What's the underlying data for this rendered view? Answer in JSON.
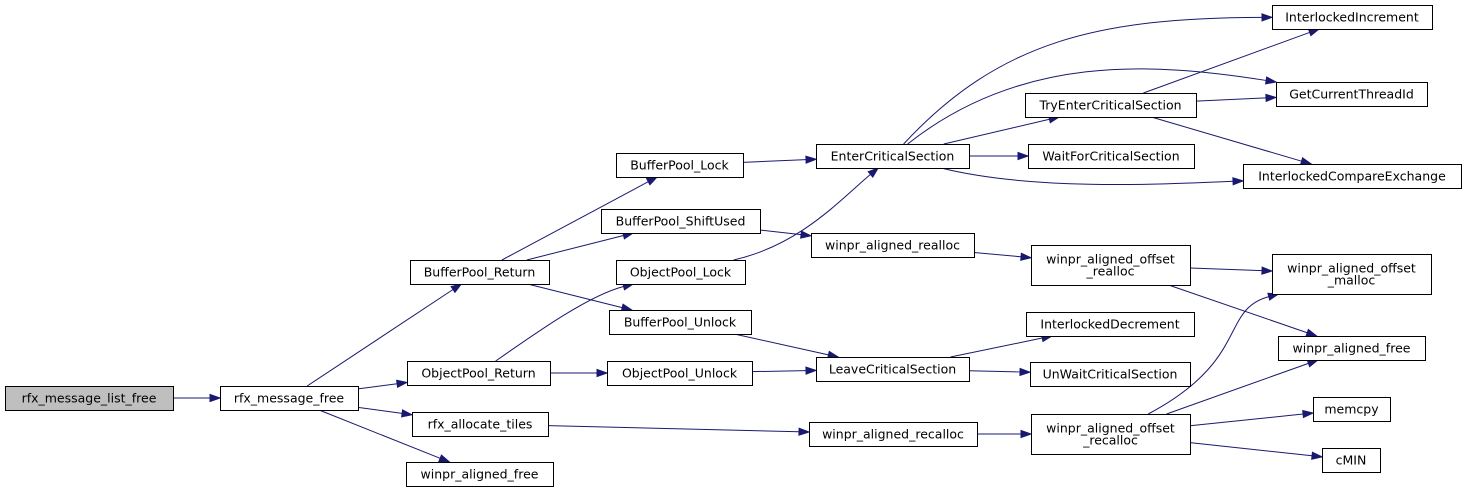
{
  "nodes": [
    {
      "id": "n_root",
      "lines": [
        "rfx_message_list_free"
      ],
      "root": true
    },
    {
      "id": "n_msgfree",
      "lines": [
        "rfx_message_free"
      ]
    },
    {
      "id": "n_bp_return",
      "lines": [
        "BufferPool_Return"
      ]
    },
    {
      "id": "n_op_return",
      "lines": [
        "ObjectPool_Return"
      ]
    },
    {
      "id": "n_alloc_tiles",
      "lines": [
        "rfx_allocate_tiles"
      ]
    },
    {
      "id": "n_waf1",
      "lines": [
        "winpr_aligned_free"
      ]
    },
    {
      "id": "n_bp_lock",
      "lines": [
        "BufferPool_Lock"
      ]
    },
    {
      "id": "n_bp_shift",
      "lines": [
        "BufferPool_ShiftUsed"
      ]
    },
    {
      "id": "n_op_lock",
      "lines": [
        "ObjectPool_Lock"
      ]
    },
    {
      "id": "n_bp_unlock",
      "lines": [
        "BufferPool_Unlock"
      ]
    },
    {
      "id": "n_op_unlock",
      "lines": [
        "ObjectPool_Unlock"
      ]
    },
    {
      "id": "n_enter_cs",
      "lines": [
        "EnterCriticalSection"
      ]
    },
    {
      "id": "n_war",
      "lines": [
        "winpr_aligned_realloc"
      ]
    },
    {
      "id": "n_leave_cs",
      "lines": [
        "LeaveCriticalSection"
      ]
    },
    {
      "id": "n_warc",
      "lines": [
        "winpr_aligned_recalloc"
      ]
    },
    {
      "id": "n_try_enter",
      "lines": [
        "TryEnterCriticalSection"
      ]
    },
    {
      "id": "n_wait_cs",
      "lines": [
        "WaitForCriticalSection"
      ]
    },
    {
      "id": "n_waor",
      "lines": [
        "winpr_aligned_offset",
        "_realloc"
      ]
    },
    {
      "id": "n_idec",
      "lines": [
        "InterlockedDecrement"
      ]
    },
    {
      "id": "n_unwait",
      "lines": [
        "UnWaitCriticalSection"
      ]
    },
    {
      "id": "n_waorc",
      "lines": [
        "winpr_aligned_offset",
        "_recalloc"
      ]
    },
    {
      "id": "n_iinc",
      "lines": [
        "InterlockedIncrement"
      ]
    },
    {
      "id": "n_gctid",
      "lines": [
        "GetCurrentThreadId"
      ]
    },
    {
      "id": "n_icx",
      "lines": [
        "InterlockedCompareExchange"
      ]
    },
    {
      "id": "n_waom",
      "lines": [
        "winpr_aligned_offset",
        "_malloc"
      ]
    },
    {
      "id": "n_waf2",
      "lines": [
        "winpr_aligned_free"
      ]
    },
    {
      "id": "n_memcpy",
      "lines": [
        "memcpy"
      ]
    },
    {
      "id": "n_cmin",
      "lines": [
        "cMIN"
      ]
    }
  ],
  "edges": [
    {
      "from": "n_root",
      "to": "n_msgfree"
    },
    {
      "from": "n_msgfree",
      "to": "n_bp_return"
    },
    {
      "from": "n_msgfree",
      "to": "n_op_return"
    },
    {
      "from": "n_msgfree",
      "to": "n_alloc_tiles"
    },
    {
      "from": "n_msgfree",
      "to": "n_waf1"
    },
    {
      "from": "n_bp_return",
      "to": "n_bp_lock"
    },
    {
      "from": "n_bp_return",
      "to": "n_bp_shift"
    },
    {
      "from": "n_bp_return",
      "to": "n_bp_unlock"
    },
    {
      "from": "n_op_return",
      "to": "n_op_lock"
    },
    {
      "from": "n_op_return",
      "to": "n_op_unlock"
    },
    {
      "from": "n_alloc_tiles",
      "to": "n_warc"
    },
    {
      "from": "n_bp_lock",
      "to": "n_enter_cs"
    },
    {
      "from": "n_bp_shift",
      "to": "n_war"
    },
    {
      "from": "n_op_lock",
      "to": "n_enter_cs"
    },
    {
      "from": "n_bp_unlock",
      "to": "n_leave_cs"
    },
    {
      "from": "n_op_unlock",
      "to": "n_leave_cs"
    },
    {
      "from": "n_enter_cs",
      "to": "n_iinc"
    },
    {
      "from": "n_enter_cs",
      "to": "n_gctid"
    },
    {
      "from": "n_enter_cs",
      "to": "n_try_enter"
    },
    {
      "from": "n_enter_cs",
      "to": "n_wait_cs"
    },
    {
      "from": "n_enter_cs",
      "to": "n_icx"
    },
    {
      "from": "n_try_enter",
      "to": "n_iinc"
    },
    {
      "from": "n_try_enter",
      "to": "n_gctid"
    },
    {
      "from": "n_try_enter",
      "to": "n_icx"
    },
    {
      "from": "n_war",
      "to": "n_waor"
    },
    {
      "from": "n_waor",
      "to": "n_waom"
    },
    {
      "from": "n_waor",
      "to": "n_waf2"
    },
    {
      "from": "n_leave_cs",
      "to": "n_idec"
    },
    {
      "from": "n_leave_cs",
      "to": "n_unwait"
    },
    {
      "from": "n_warc",
      "to": "n_waorc"
    },
    {
      "from": "n_waorc",
      "to": "n_waom"
    },
    {
      "from": "n_waorc",
      "to": "n_waf2"
    },
    {
      "from": "n_waorc",
      "to": "n_memcpy"
    },
    {
      "from": "n_waorc",
      "to": "n_cmin"
    }
  ]
}
